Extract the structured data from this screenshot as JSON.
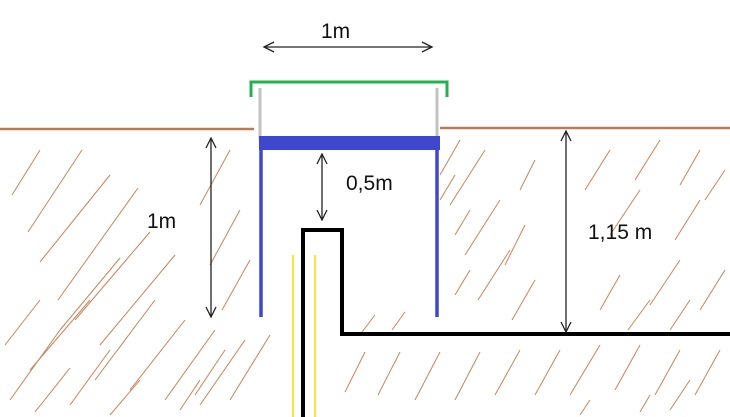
{
  "labels": {
    "top_width": "1m",
    "left_depth": "1m",
    "inner_gap": "0,5m",
    "right_depth": "1,15 m"
  },
  "colors": {
    "ground_line": "#b97a57",
    "hatch": "#c8845c",
    "side_walls": "#3f48cc",
    "top_slab": "#3f48cc",
    "cap": "#22b14c",
    "wall_posts": "#c3c3c3",
    "pipe": "#000000",
    "cable": "#ffd800",
    "arrows": "#222222"
  }
}
